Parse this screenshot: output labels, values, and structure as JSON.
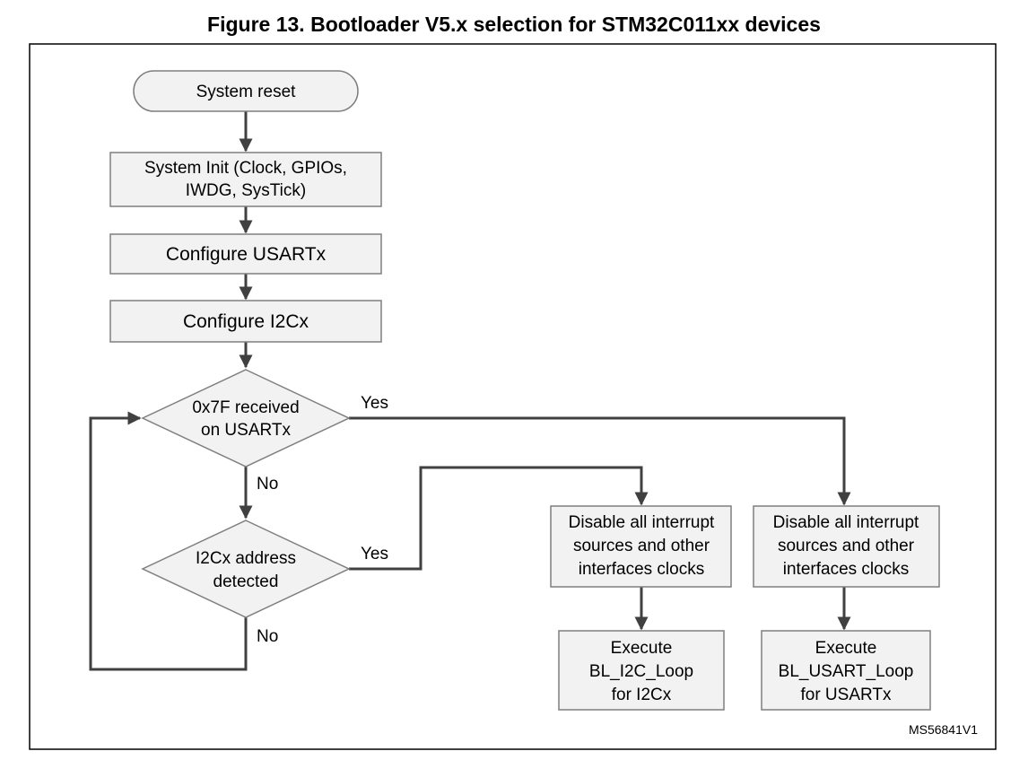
{
  "title": "Figure 13. Bootloader V5.x selection for STM32C011xx devices",
  "nodes": {
    "system_reset": "System reset",
    "system_init": [
      "System Init (Clock, GPIOs,",
      "IWDG, SysTick)"
    ],
    "configure_usart": "Configure USARTx",
    "configure_i2c": "Configure I2Cx",
    "usart_decision": [
      "0x7F received",
      "on USARTx"
    ],
    "i2c_decision": [
      "I2Cx address",
      "detected"
    ],
    "disable_i2c_path": [
      "Disable all interrupt",
      "sources and other",
      "interfaces clocks"
    ],
    "disable_usart_path": [
      "Disable all interrupt",
      "sources and other",
      "interfaces clocks"
    ],
    "execute_i2c": [
      "Execute",
      "BL_I2C_Loop",
      "for I2Cx"
    ],
    "execute_usart": [
      "Execute",
      "BL_USART_Loop",
      "for USARTx"
    ]
  },
  "labels": {
    "yes_usart": "Yes",
    "no_usart": "No",
    "yes_i2c": "Yes",
    "no_i2c": "No"
  },
  "figure_id": "MS56841V1"
}
